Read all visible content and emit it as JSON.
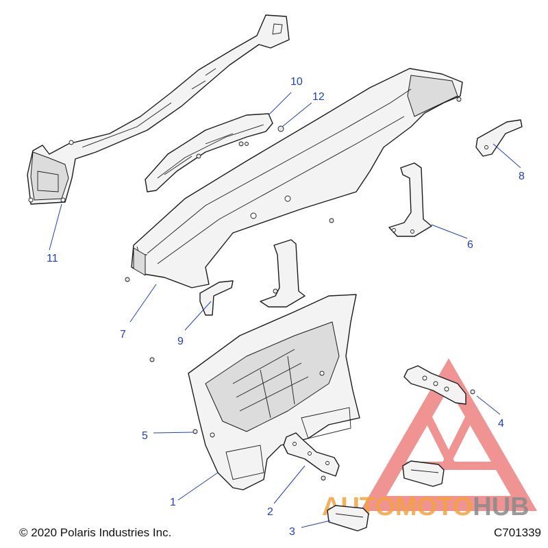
{
  "callouts": {
    "c1": "1",
    "c2": "2",
    "c3": "3",
    "c4": "4",
    "c5": "5",
    "c6": "6",
    "c7": "7",
    "c8": "8",
    "c9": "9",
    "c10": "10",
    "c11": "11",
    "c12": "12"
  },
  "footer": {
    "copyright": "© 2020 Polaris Industries Inc.",
    "figure_code": "C701339"
  },
  "watermark": {
    "text_auto": "AUTO",
    "text_moto": "MOTO",
    "text_hub": "HUB",
    "red": "#e23b3b",
    "orange": "#f4a340",
    "gray": "#8a8a8a"
  },
  "colors": {
    "callout": "#1f3fbf",
    "line": "#1a1a1a",
    "fill": "#f3f3f3"
  }
}
